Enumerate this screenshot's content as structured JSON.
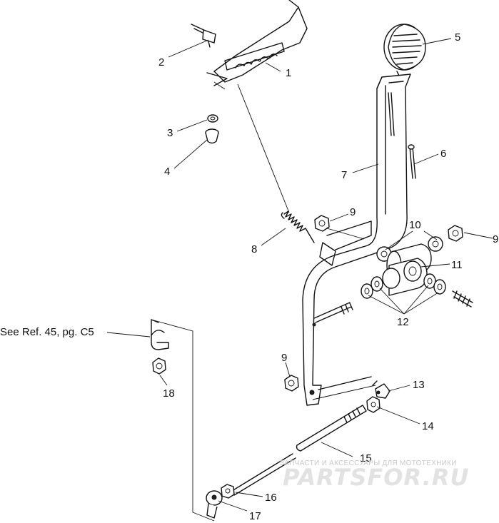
{
  "diagram": {
    "callouts": [
      {
        "id": "c1",
        "text": "1"
      },
      {
        "id": "c2",
        "text": "2"
      },
      {
        "id": "c3",
        "text": "3"
      },
      {
        "id": "c4",
        "text": "4"
      },
      {
        "id": "c5",
        "text": "5"
      },
      {
        "id": "c6",
        "text": "6"
      },
      {
        "id": "c7",
        "text": "7"
      },
      {
        "id": "c8",
        "text": "8"
      },
      {
        "id": "c9a",
        "text": "9"
      },
      {
        "id": "c9b",
        "text": "9"
      },
      {
        "id": "c9c",
        "text": "9"
      },
      {
        "id": "c10",
        "text": "10"
      },
      {
        "id": "c11",
        "text": "11"
      },
      {
        "id": "c12",
        "text": "12"
      },
      {
        "id": "c13",
        "text": "13"
      },
      {
        "id": "c14",
        "text": "14"
      },
      {
        "id": "c15",
        "text": "15"
      },
      {
        "id": "c16",
        "text": "16"
      },
      {
        "id": "c17",
        "text": "17"
      },
      {
        "id": "c18",
        "text": "18"
      }
    ],
    "reference_note": "See Ref. 45, pg. C5"
  },
  "watermark": {
    "tagline": "ЗАПЧАСТИ И АКСЕССУАРЫ ДЛЯ МОТОТЕХНИКИ",
    "brand": "PARTSFOR.RU"
  }
}
